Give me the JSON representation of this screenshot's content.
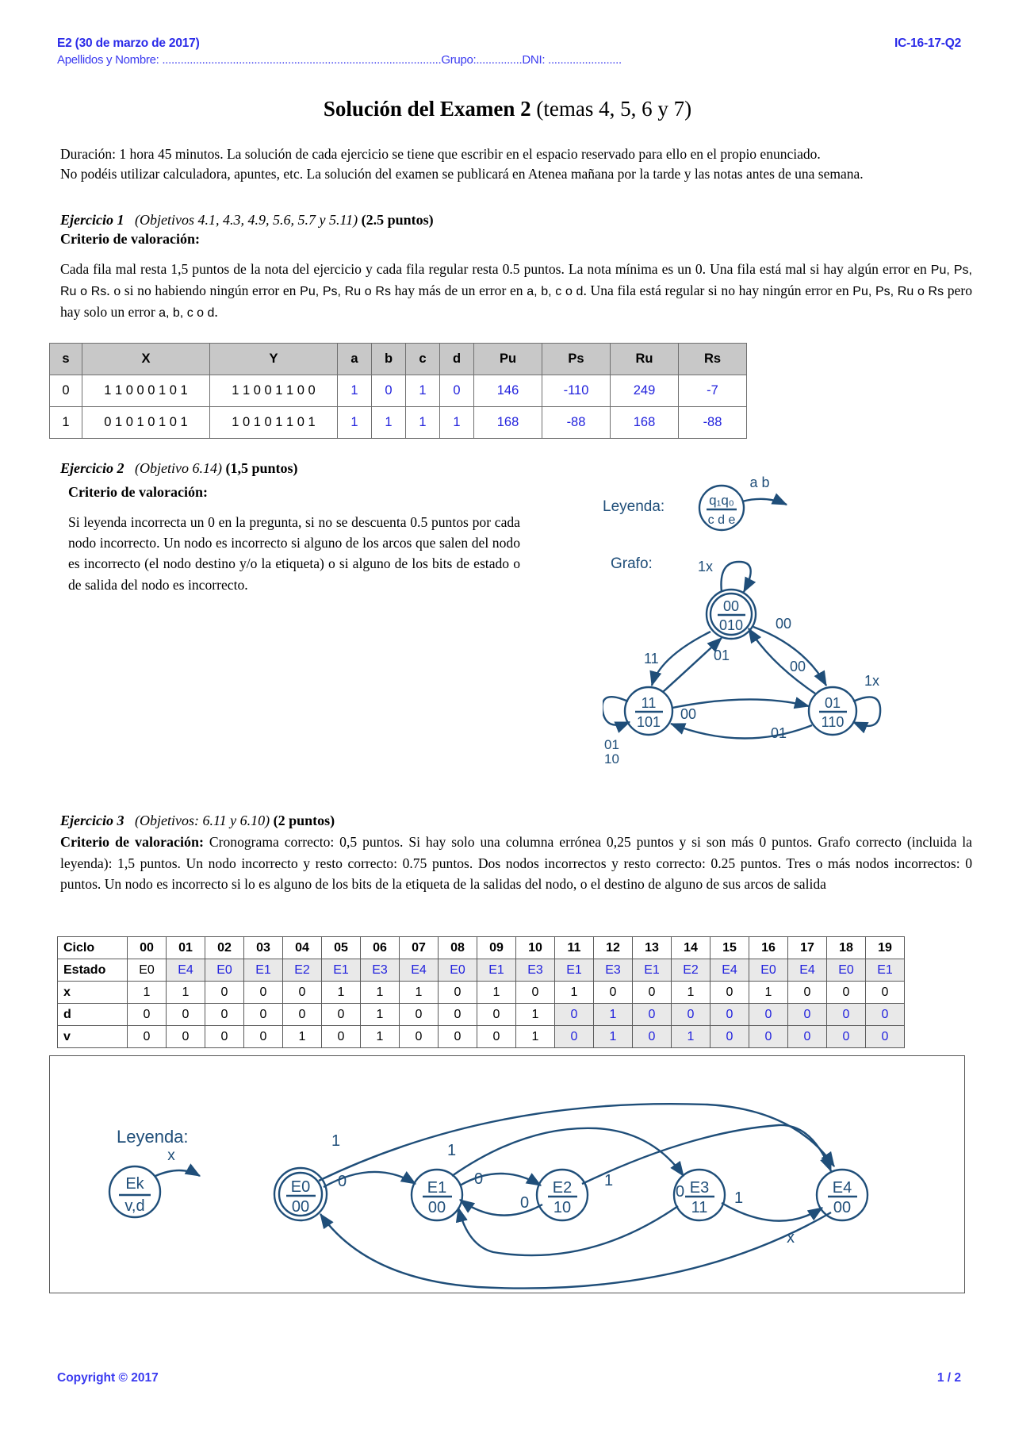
{
  "header": {
    "left": "E2 (30 de marzo de 2017)",
    "right": "IC-16-17-Q2",
    "fields": "Apellidos y Nombre: ...........................................................................................Grupo:...............DNI: ........................"
  },
  "title": {
    "bold": "Solución del Examen 2",
    "rest": " (temas 4, 5, 6 y 7)"
  },
  "intro": {
    "line1": "Duración: 1 hora 45 minutos. La solución de cada ejercicio se tiene que escribir en el espacio reservado para ello en el propio enunciado.",
    "line2": "No podéis utilizar calculadora, apuntes, etc. La solución del examen se publicará en Atenea mañana por la tarde y las notas antes de una semana."
  },
  "ex1": {
    "name": "Ejercicio 1",
    "objectives": "(Objetivos 4.1, 4.3, 4.9, 5.6, 5.7 y 5.11)",
    "points": "(2.5 puntos)",
    "criterio": "Criterio de valoración:",
    "body_a": "Cada fila mal resta 1,5 puntos de la nota del ejercicio y cada fila regular resta 0.5 puntos. La nota mínima es un 0. Una fila está mal si hay algún error en ",
    "body_b": "Pu, Ps, Ru o Rs",
    "body_c": ". o si no habiendo ningún error en ",
    "body_d": "Pu, Ps, Ru o Rs",
    "body_e": " hay más de un error en ",
    "body_f": "a, b, c o d",
    "body_g": ". Una fila está regular si no hay ningún error en ",
    "body_h": "Pu, Ps, Ru o Rs",
    "body_i": " pero hay solo un error ",
    "body_j": "a, b, c o d",
    "body_k": "."
  },
  "table1": {
    "headers": [
      "s",
      "X",
      "Y",
      "a",
      "b",
      "c",
      "d",
      "Pu",
      "Ps",
      "Ru",
      "Rs"
    ],
    "rows": [
      {
        "s": "0",
        "X": "1 1 0 0 0 1 0 1",
        "Y": "1 1 0 0 1 1 0 0",
        "a": "1",
        "b": "0",
        "c": "1",
        "d": "0",
        "Pu": "146",
        "Ps": "-110",
        "Ru": "249",
        "Rs": "-7"
      },
      {
        "s": "1",
        "X": "0 1 0 1 0 1 0 1",
        "Y": "1 0 1 0 1 1 0 1",
        "a": "1",
        "b": "1",
        "c": "1",
        "d": "1",
        "Pu": "168",
        "Ps": "-88",
        "Ru": "168",
        "Rs": "-88"
      }
    ]
  },
  "ex2": {
    "name": "Ejercicio 2",
    "objectives": "(Objetivo 6.14)",
    "points": "(1,5 puntos)",
    "criterio": "Criterio de valoración:",
    "body": "Si leyenda incorrecta un 0 en la pregunta, si no se descuenta 0.5 puntos por cada nodo incorrecto. Un nodo es incorrecto si alguno de los arcos que salen del nodo es incorrecto (el nodo destino y/o la etiqueta) o si alguno de los bits de estado o de salida del nodo es incorrecto."
  },
  "graph2": {
    "legend_label": "Leyenda:",
    "legend_node_top": "q₁q₀",
    "legend_node_bottom": "c d e",
    "legend_arc": "a b",
    "graph_label": "Grafo:",
    "nodes": [
      {
        "id": "n00",
        "state": "00",
        "out": "010",
        "accepting": true
      },
      {
        "id": "n11",
        "state": "11",
        "out": "101",
        "accepting": false
      },
      {
        "id": "n01",
        "state": "01",
        "out": "110",
        "accepting": false
      }
    ],
    "edges": [
      {
        "from": "n00",
        "to": "n00",
        "label": "1x"
      },
      {
        "from": "n00",
        "to": "n11",
        "label": "11"
      },
      {
        "from": "n00",
        "to": "n01",
        "label": "00"
      },
      {
        "from": "n11",
        "to": "n00",
        "label": "01"
      },
      {
        "from": "n11",
        "to": "n01",
        "label": "00"
      },
      {
        "from": "n11",
        "to": "n11",
        "label_a": "01",
        "label_b": "10"
      },
      {
        "from": "n01",
        "to": "n00",
        "label": "00"
      },
      {
        "from": "n01",
        "to": "n11",
        "label": "01"
      },
      {
        "from": "n01",
        "to": "n01",
        "label": "1x"
      }
    ]
  },
  "ex3": {
    "name": "Ejercicio 3",
    "objectives": "(Objetivos: 6.11 y 6.10)",
    "points": "(2 puntos)",
    "criterio": "Criterio de valoración:",
    "body": " Cronograma correcto:  0,5 puntos. Si hay solo una columna errónea 0,25 puntos y si son más 0 puntos. Grafo correcto (incluida la leyenda): 1,5 puntos. Un nodo incorrecto y resto correcto: 0.75 puntos. Dos nodos incorrectos y resto correcto: 0.25 puntos. Tres o más nodos incorrectos: 0 puntos. Un nodo es incorrecto si lo es alguno de los bits de la etiqueta de la salidas del nodo, o el destino de alguno de sus arcos de salida"
  },
  "chrono": {
    "row_labels": [
      "Ciclo",
      "Estado",
      "x",
      "d",
      "v"
    ],
    "ciclo": [
      "00",
      "01",
      "02",
      "03",
      "04",
      "05",
      "06",
      "07",
      "08",
      "09",
      "10",
      "11",
      "12",
      "13",
      "14",
      "15",
      "16",
      "17",
      "18",
      "19"
    ],
    "estado": [
      "E0",
      "E4",
      "E0",
      "E1",
      "E2",
      "E1",
      "E3",
      "E4",
      "E0",
      "E1",
      "E3",
      "E1",
      "E3",
      "E1",
      "E2",
      "E4",
      "E0",
      "E4",
      "E0",
      "E1"
    ],
    "estado_blue": [
      false,
      true,
      true,
      true,
      true,
      true,
      true,
      true,
      true,
      true,
      true,
      true,
      true,
      true,
      true,
      true,
      true,
      true,
      true,
      true
    ],
    "x": [
      "1",
      "1",
      "0",
      "0",
      "0",
      "1",
      "1",
      "1",
      "0",
      "1",
      "0",
      "1",
      "0",
      "0",
      "1",
      "0",
      "1",
      "0",
      "0",
      "0"
    ],
    "x_blue": [
      false,
      false,
      false,
      false,
      false,
      false,
      false,
      false,
      false,
      false,
      false,
      false,
      false,
      false,
      false,
      false,
      false,
      false,
      false,
      false
    ],
    "d": [
      "0",
      "0",
      "0",
      "0",
      "0",
      "0",
      "1",
      "0",
      "0",
      "0",
      "1",
      "0",
      "1",
      "0",
      "0",
      "0",
      "0",
      "0",
      "0",
      "0"
    ],
    "d_blue": [
      false,
      false,
      false,
      false,
      false,
      false,
      false,
      false,
      false,
      false,
      false,
      true,
      true,
      true,
      true,
      true,
      true,
      true,
      true,
      true
    ],
    "v": [
      "0",
      "0",
      "0",
      "0",
      "1",
      "0",
      "1",
      "0",
      "0",
      "0",
      "1",
      "0",
      "1",
      "0",
      "1",
      "0",
      "0",
      "0",
      "0",
      "0"
    ],
    "v_blue": [
      false,
      false,
      false,
      false,
      false,
      false,
      false,
      false,
      false,
      false,
      false,
      true,
      true,
      true,
      true,
      true,
      true,
      true,
      true,
      true
    ]
  },
  "graph3": {
    "legend_label": "Leyenda:",
    "legend_node_top": "Ek",
    "legend_node_bottom": "v,d",
    "legend_arc": "x",
    "nodes": [
      {
        "id": "E0",
        "state": "E0",
        "out": "00",
        "accepting": true
      },
      {
        "id": "E1",
        "state": "E1",
        "out": "00",
        "accepting": false
      },
      {
        "id": "E2",
        "state": "E2",
        "out": "10",
        "accepting": false
      },
      {
        "id": "E3",
        "state": "E3",
        "out": "11",
        "accepting": false
      },
      {
        "id": "E4",
        "state": "E4",
        "out": "00",
        "accepting": false
      }
    ],
    "edges": [
      {
        "from": "E0",
        "to": "E4",
        "label": "1"
      },
      {
        "from": "E0",
        "to": "E1",
        "label": "0"
      },
      {
        "from": "E1",
        "to": "E3",
        "label": "1"
      },
      {
        "from": "E1",
        "to": "E2",
        "label": "0"
      },
      {
        "from": "E2",
        "to": "E4",
        "label": "1"
      },
      {
        "from": "E2",
        "to": "E1",
        "label": "0"
      },
      {
        "from": "E3",
        "to": "E4",
        "label": "1"
      },
      {
        "from": "E3",
        "to": "E1",
        "label": "0"
      },
      {
        "from": "E4",
        "to": "E0",
        "label": "x"
      }
    ]
  },
  "footer": {
    "copyright": "Copyright © 2017",
    "page": "1 / 2"
  }
}
